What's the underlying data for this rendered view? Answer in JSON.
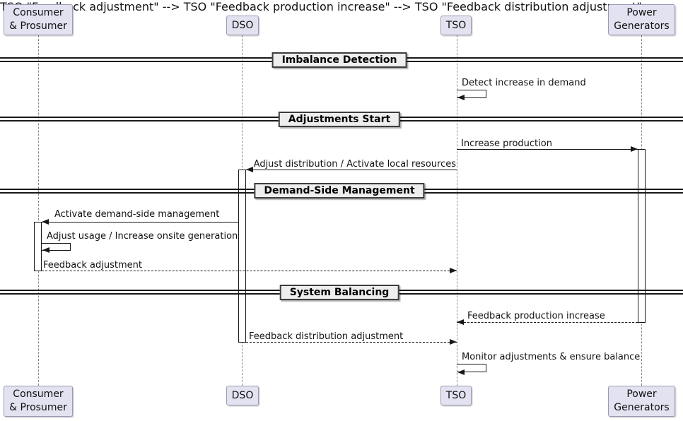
{
  "diagram_type": "sequence-diagram",
  "participants": [
    {
      "id": "consumer-prosumer",
      "label": "Consumer\n& Prosumer"
    },
    {
      "id": "dso",
      "label": "DSO"
    },
    {
      "id": "tso",
      "label": "TSO"
    },
    {
      "id": "power-generators",
      "label": "Power\nGenerators"
    }
  ],
  "dividers": [
    {
      "label": "Imbalance Detection"
    },
    {
      "label": "Adjustments Start"
    },
    {
      "label": "Demand-Side Management"
    },
    {
      "label": "System Balancing"
    }
  ],
  "messages": [
    {
      "label": "Detect increase in demand",
      "from": "TSO",
      "to": "TSO",
      "style": "self"
    },
    {
      "label": "Increase production",
      "from": "TSO",
      "to": "Power Generators",
      "style": "solid"
    },
    {
      "label": "Adjust distribution / Activate local resources",
      "from": "TSO",
      "to": "DSO",
      "style": "solid"
    },
    {
      "label": "Activate demand-side management",
      "from": "DSO",
      "to": "Consumer & Prosumer",
      "style": "solid"
    },
    {
      "label": "Adjust usage / Increase onsite generation",
      "from": "Consumer & Prosumer",
      "to": "Consumer & Prosumer",
      "style": "self"
    },
    {
      "label": "Feedback adjustment",
      "from": "Consumer & Prosumer",
      "to": "TSO",
      "style": "dashed"
    },
    {
      "label": "Feedback production increase",
      "from": "Power Generators",
      "to": "TSO",
      "style": "dashed"
    },
    {
      "label": "Feedback distribution adjustment",
      "from": "DSO",
      "to": "TSO",
      "style": "dashed"
    },
    {
      "label": "Monitor adjustments & ensure balance",
      "from": "TSO",
      "to": "TSO",
      "style": "self"
    }
  ],
  "colors": {
    "participant_fill": "#E2E2F0",
    "participant_border": "#9A9AB5",
    "divider_fill": "#EEEEEE",
    "line": "#181818",
    "lifeline": "#8A8A8A",
    "background": "#FFFFFF"
  }
}
